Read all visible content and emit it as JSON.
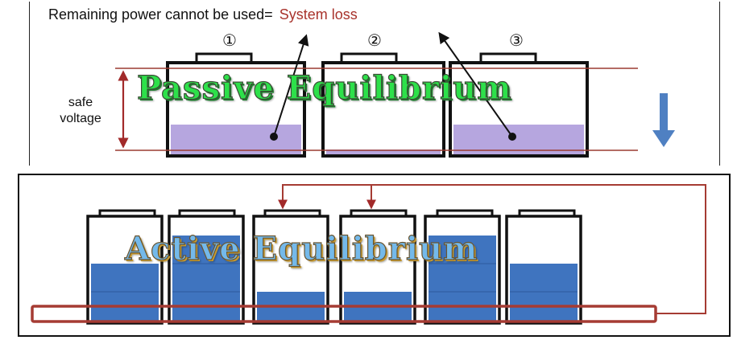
{
  "header": {
    "statement": "Remaining power cannot be used=",
    "system_loss": "System loss"
  },
  "cell_labels": [
    "①",
    "②",
    "③"
  ],
  "safe_voltage": {
    "line1": "safe",
    "line2": "voltage"
  },
  "passive": {
    "title": "Passive Equilibrium"
  },
  "active": {
    "title": "Active Equilibrium"
  },
  "colors": {
    "passive_fill": "#b6a6df",
    "active_fill": "#3f74bf",
    "safe_line": "#9c3c30",
    "loop": "#a53b33",
    "down_arrow": "#4f80c2"
  }
}
